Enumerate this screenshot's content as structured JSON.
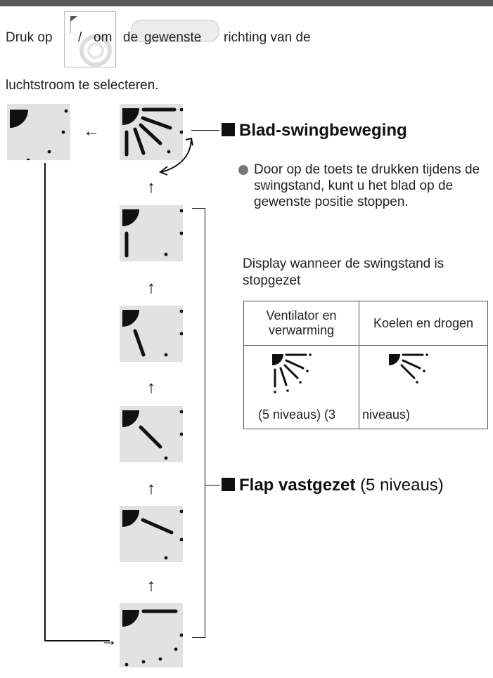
{
  "instruction": {
    "line1_prefix": "Druk op",
    "button_slash": "/",
    "line1_om": "om",
    "line1_de": "de",
    "line1_gewenste": "gewenste",
    "line1_suffix": "richting van de",
    "line2": "luchtstroom te selecteren."
  },
  "labels": {
    "swing_heading": "Blad-swingbeweging",
    "fixed_heading_bold": "Flap vastgezet",
    "fixed_heading_normal": "(5 niveaus)"
  },
  "note": {
    "text": "Door op de toets te drukken tijdens de swingstand, kunt u het blad op de gewenste positie stoppen."
  },
  "display_caption": "Display wanneer de swingstand is stopgezet",
  "table": {
    "col1_header": "Ventilator en verwarming",
    "col2_header": "Koelen en drogen",
    "col1_caption": "(5 niveaus) (3",
    "col2_caption": "niveaus)"
  },
  "arrows": {
    "left": "←",
    "up": "↑",
    "right": "→"
  },
  "colors": {
    "panel_bg": "#e2e2e2",
    "ink": "#111111",
    "bullet": "#777777",
    "top_bar": "#5a5a5a"
  }
}
